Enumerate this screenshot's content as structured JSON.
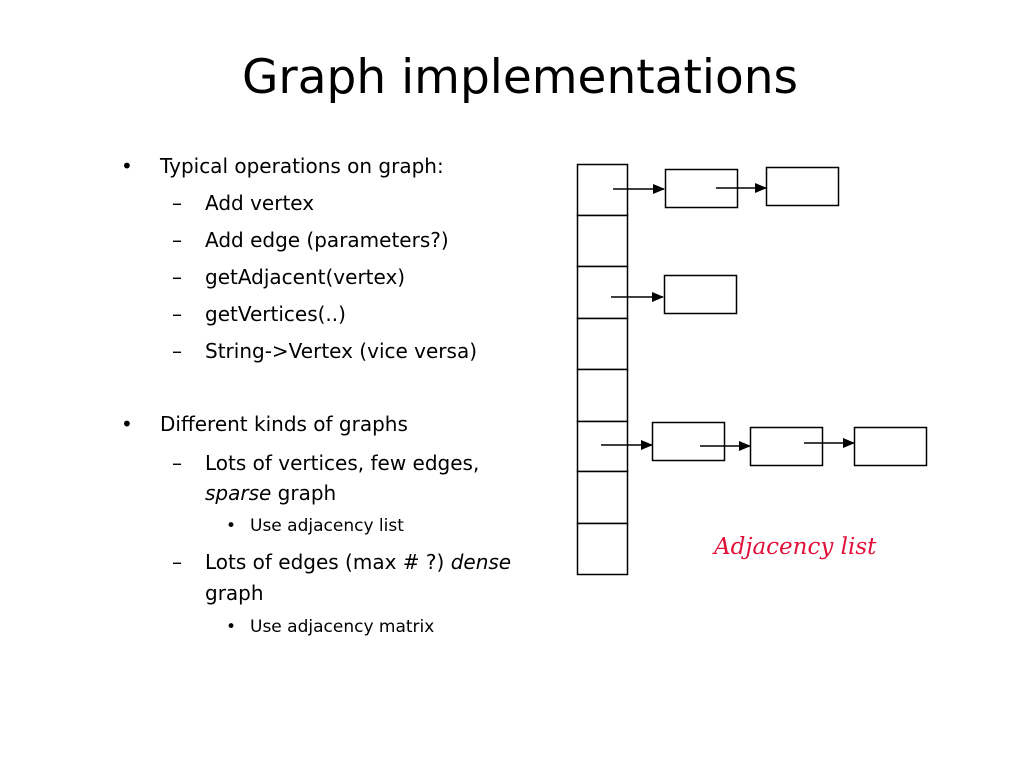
{
  "title": "Graph implementations",
  "bullets": {
    "b1": {
      "text": "Typical operations on graph:",
      "subs": [
        "Add vertex",
        "Add edge (parameters?)",
        "getAdjacent(vertex)",
        "getVertices(..)",
        "String->Vertex (vice versa)"
      ]
    },
    "b2": {
      "text": "Different kinds of graphs",
      "sparse_line1": "Lots of vertices, few edges,",
      "sparse_word": "sparse",
      "sparse_rest": " graph",
      "sparse_sub": "Use adjacency list",
      "dense_line1_prefix": "Lots of edges (max # ?) ",
      "dense_word": "dense",
      "dense_line2": "graph",
      "dense_sub": "Use adjacency matrix"
    }
  },
  "markers": {
    "bullet": "•",
    "dash": "–",
    "small_bullet": "•"
  },
  "diagram": {
    "caption": "Adjacency list",
    "caption_color": "#e0103a",
    "vertex_slots": 8,
    "lists": [
      {
        "slot": 0,
        "nodes": 2
      },
      {
        "slot": 2,
        "nodes": 1
      },
      {
        "slot": 5,
        "nodes": 3
      }
    ]
  }
}
